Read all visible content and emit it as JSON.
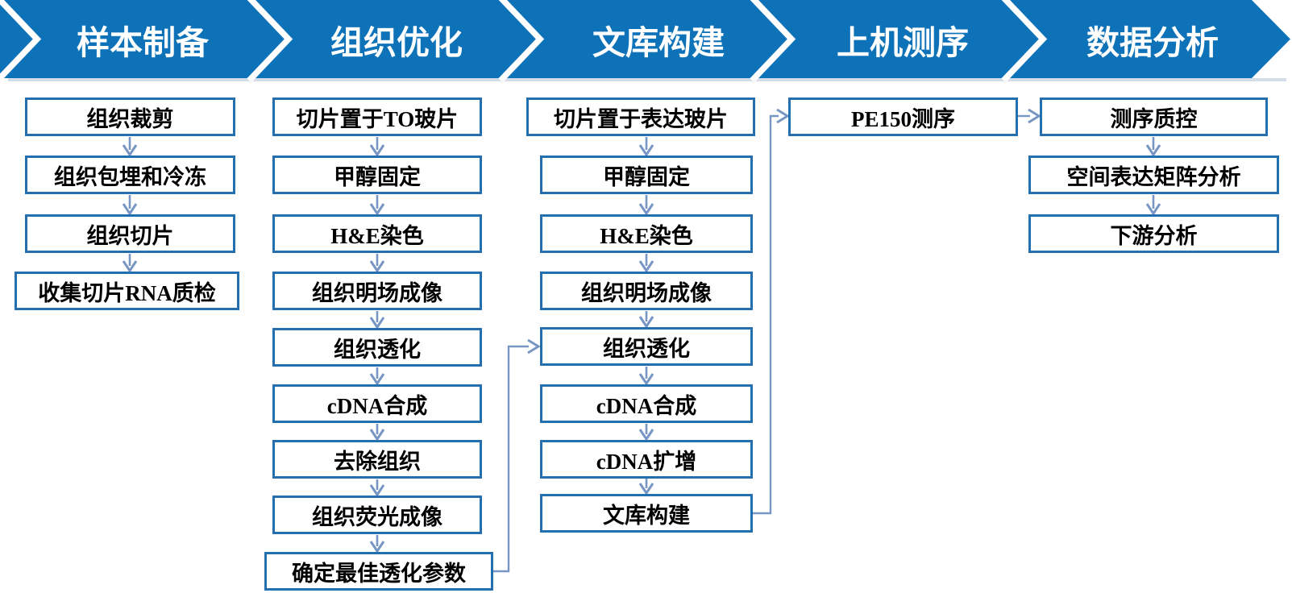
{
  "header": {
    "stages": [
      {
        "label": "样本制备"
      },
      {
        "label": "组织优化"
      },
      {
        "label": "文库构建"
      },
      {
        "label": "上机测序"
      },
      {
        "label": "数据分析"
      }
    ]
  },
  "columns": [
    {
      "stage": "样本制备",
      "steps": [
        "组织裁剪",
        "组织包埋和冷冻",
        "组织切片",
        "收集切片RNA质检"
      ]
    },
    {
      "stage": "组织优化",
      "steps": [
        "切片置于TO玻片",
        "甲醇固定",
        "H&E染色",
        "组织明场成像",
        "组织透化",
        "cDNA合成",
        "去除组织",
        "组织荧光成像",
        "确定最佳透化参数"
      ]
    },
    {
      "stage": "文库构建",
      "steps": [
        "切片置于表达玻片",
        "甲醇固定",
        "H&E染色",
        "组织明场成像",
        "组织透化",
        "cDNA合成",
        "cDNA扩增",
        "文库构建"
      ]
    },
    {
      "stage": "上机测序",
      "steps": [
        "PE150测序"
      ]
    },
    {
      "stage": "数据分析",
      "steps": [
        "测序质控",
        "空间表达矩阵分析",
        "下游分析"
      ]
    }
  ],
  "colors": {
    "band_blue": "#0E72B8",
    "box_border": "#2470AE",
    "arrow_blue": "#7796C3",
    "shadow": "#C5D3E3",
    "header_text": "#FFFFFF",
    "box_text": "#000000"
  }
}
